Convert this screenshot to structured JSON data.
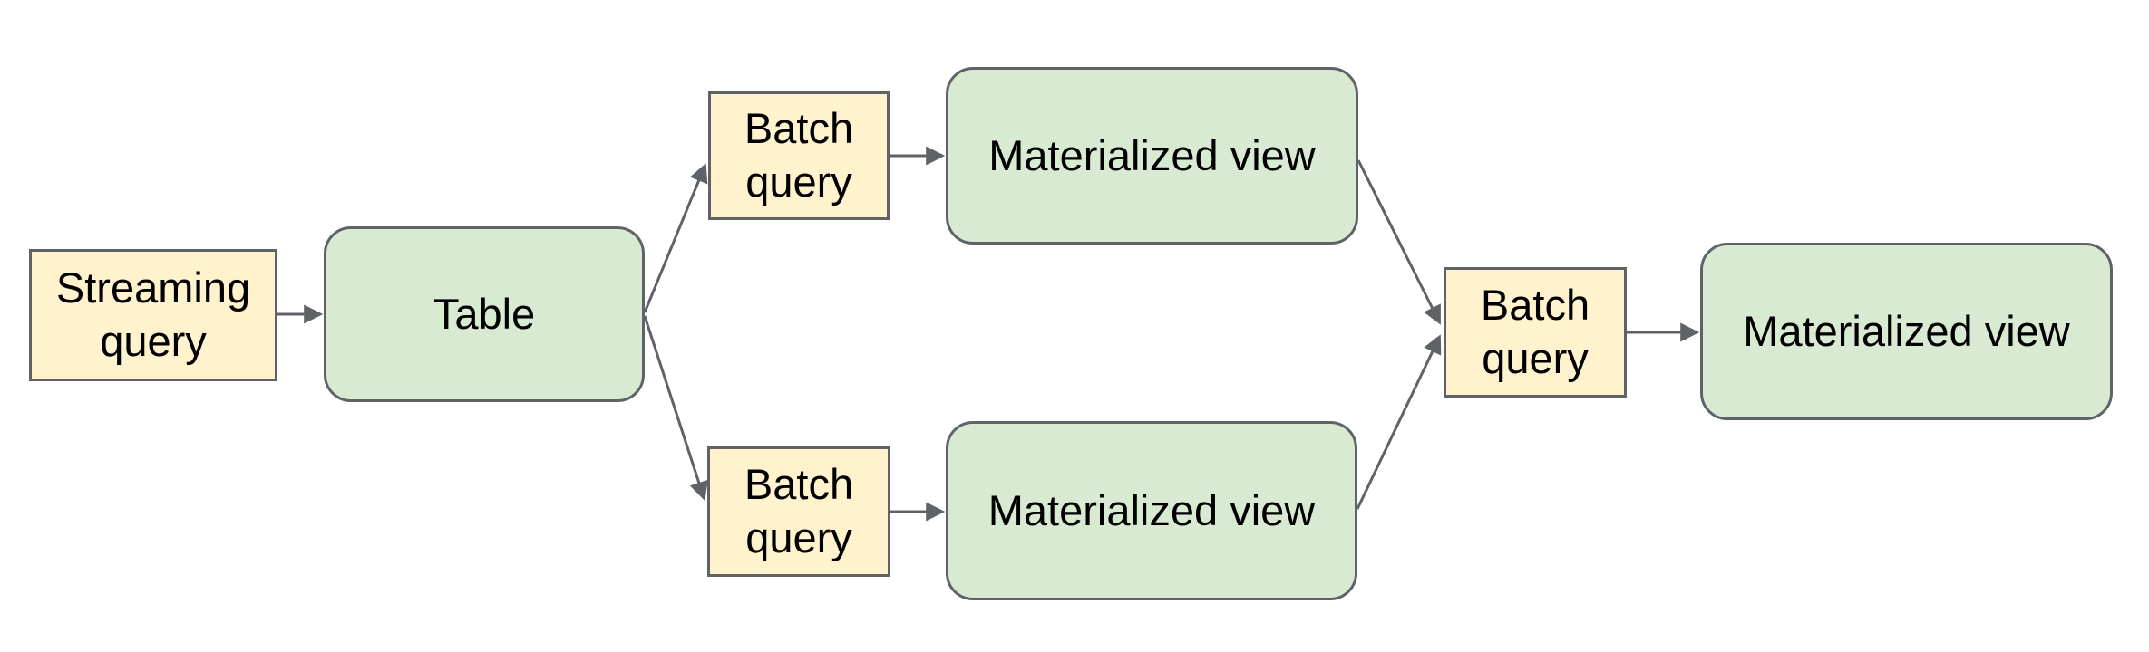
{
  "diagram": {
    "colors": {
      "background": "#ffffff",
      "query_fill": "#fff2cc",
      "entity_fill": "#d9ead3",
      "stroke": "#5f6368",
      "text": "#000000"
    },
    "nodes": {
      "streaming_query": {
        "label": "Streaming\nquery",
        "type": "query"
      },
      "table": {
        "label": "Table",
        "type": "entity"
      },
      "batch_query_top": {
        "label": "Batch\nquery",
        "type": "query"
      },
      "materialized_view_top": {
        "label": "Materialized view",
        "type": "entity"
      },
      "batch_query_bottom": {
        "label": "Batch\nquery",
        "type": "query"
      },
      "materialized_view_bottom": {
        "label": "Materialized view",
        "type": "entity"
      },
      "batch_query_final": {
        "label": "Batch\nquery",
        "type": "query"
      },
      "materialized_view_final": {
        "label": "Materialized view",
        "type": "entity"
      }
    },
    "edges": [
      {
        "from": "streaming_query",
        "to": "table"
      },
      {
        "from": "table",
        "to": "batch_query_top"
      },
      {
        "from": "table",
        "to": "batch_query_bottom"
      },
      {
        "from": "batch_query_top",
        "to": "materialized_view_top"
      },
      {
        "from": "batch_query_bottom",
        "to": "materialized_view_bottom"
      },
      {
        "from": "materialized_view_top",
        "to": "batch_query_final"
      },
      {
        "from": "materialized_view_bottom",
        "to": "batch_query_final"
      },
      {
        "from": "batch_query_final",
        "to": "materialized_view_final"
      }
    ]
  }
}
